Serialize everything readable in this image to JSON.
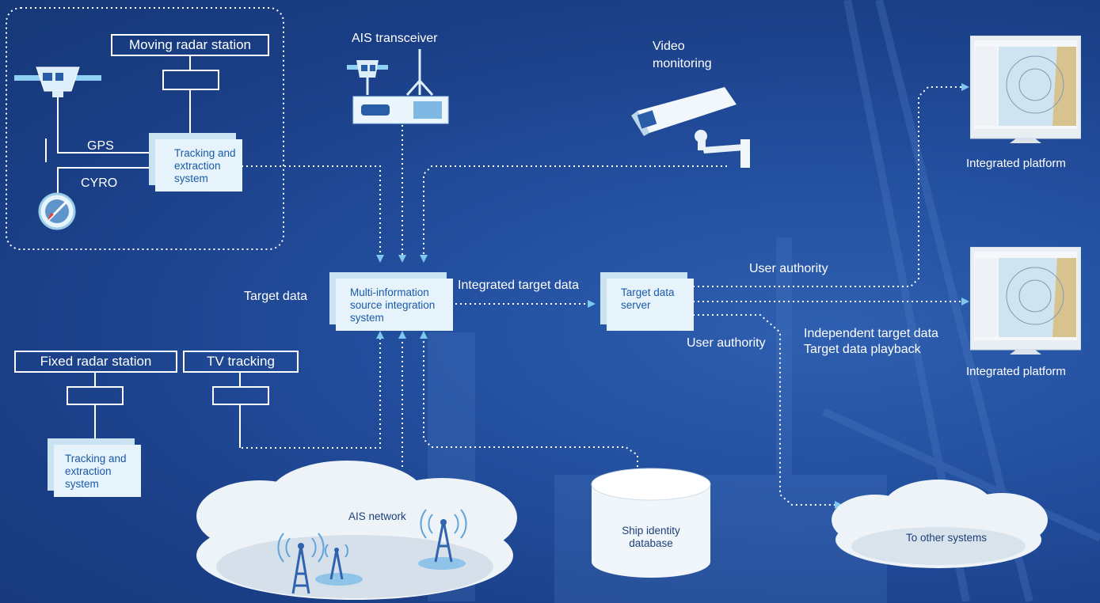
{
  "labels": {
    "moving_radar": "Moving radar station",
    "gps": "GPS",
    "cyro": "CYRO",
    "tracking_top": "Tracking and extraction system",
    "ais_transceiver": "AIS transceiver",
    "video_monitoring": "Video monitoring",
    "integrated_platform_top": "Integrated platform",
    "integrated_platform_bottom": "Integrated platform",
    "target_data": "Target data",
    "multi_info": "Multi-information source integration system",
    "integrated_target_data": "Integrated target data",
    "target_data_server": "Target data server",
    "user_authority_top": "User authority",
    "user_authority_bottom": "User authority",
    "independent_target_data": "Independent target data",
    "target_data_playback": "Target data playback",
    "fixed_radar": "Fixed radar station",
    "tv_tracking": "TV tracking",
    "tracking_bottom": "Tracking and extraction system",
    "ais_network": "AIS network",
    "ship_identity_db": "Ship identity database",
    "to_other_systems": "To other systems"
  },
  "icons": [
    "radar-antenna-icon",
    "compass-icon",
    "ais-transceiver-icon",
    "cctv-camera-icon",
    "monitor-icon",
    "radio-tower-icon",
    "cloud-icon",
    "database-cylinder-icon"
  ],
  "colors": {
    "background": "#1f4a9a",
    "box_fill": "#e6f3fb",
    "box_text": "#1a5aa8",
    "arrow": "#7ec8f0",
    "line": "#ffffff"
  }
}
